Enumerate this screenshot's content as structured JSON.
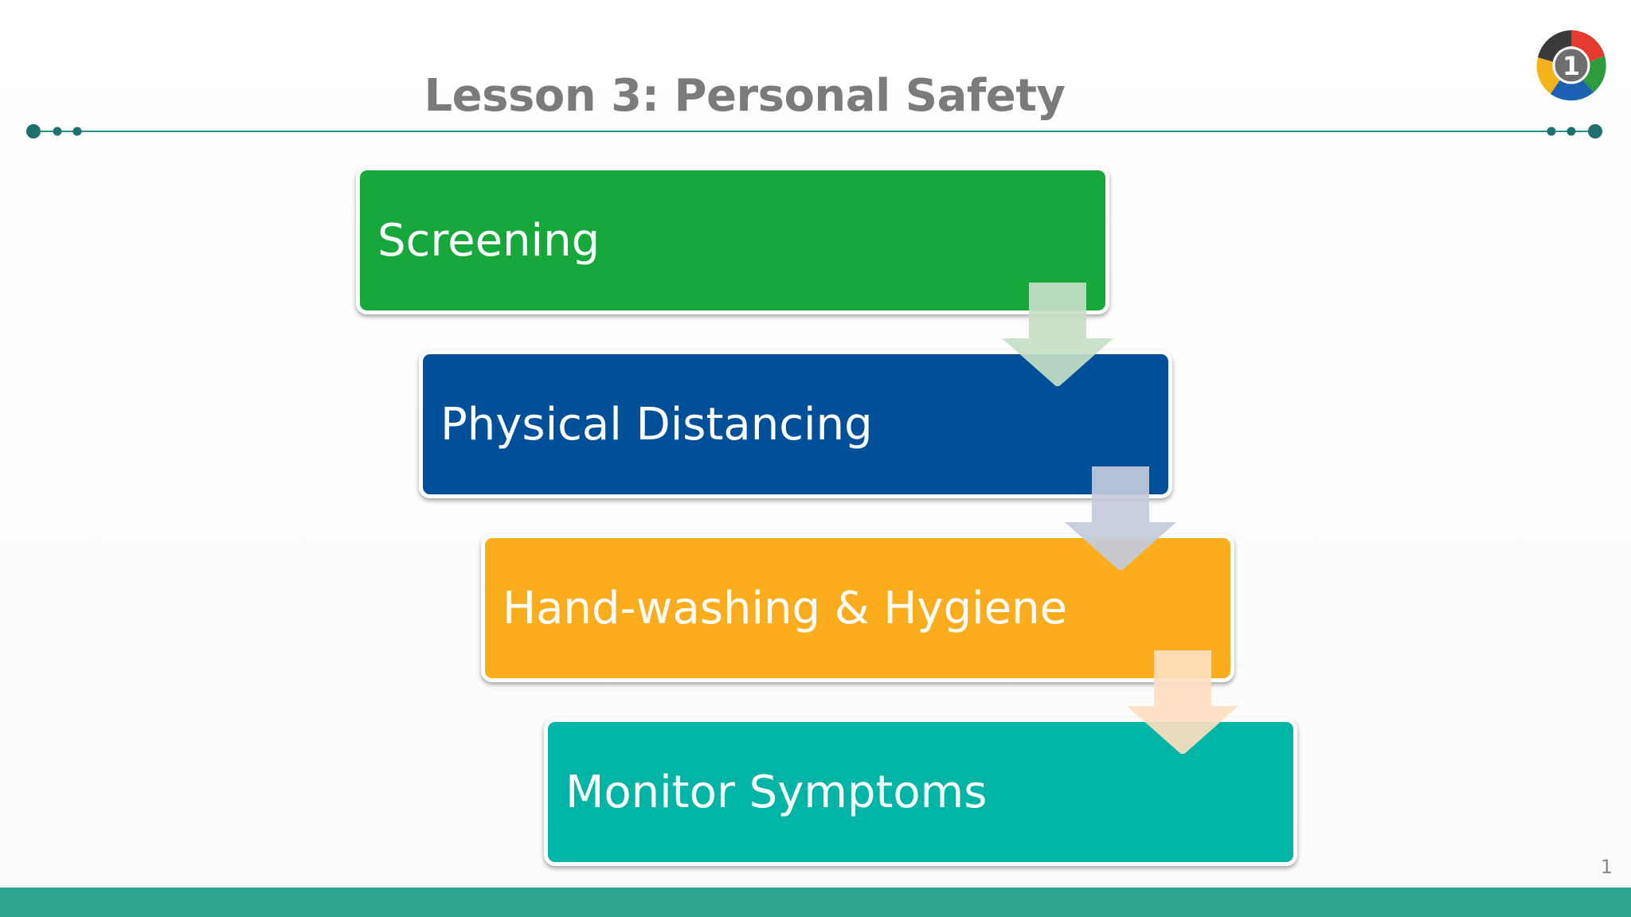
{
  "slide": {
    "title": "Lesson 3: Personal Safety",
    "page_number": "1",
    "logo": {
      "icon": "team-circle-logo-icon",
      "badge": "1"
    }
  },
  "steps": [
    {
      "label": "Screening",
      "color": "#16a83a"
    },
    {
      "label": "Physical Distancing",
      "color": "#005099"
    },
    {
      "label": "Hand-washing & Hygiene",
      "color": "#fbad1e"
    },
    {
      "label": "Monitor Symptoms",
      "color": "#00b4a6"
    }
  ],
  "arrows": [
    {
      "icon": "down-arrow-icon",
      "color": "#c5dfc6"
    },
    {
      "icon": "down-arrow-icon",
      "color": "#c2cbdc"
    },
    {
      "icon": "down-arrow-icon",
      "color": "#fde0c0"
    }
  ],
  "colors": {
    "accent": "#2aa48d",
    "rule": "#2a8f8a",
    "title": "#7b7b7b"
  }
}
